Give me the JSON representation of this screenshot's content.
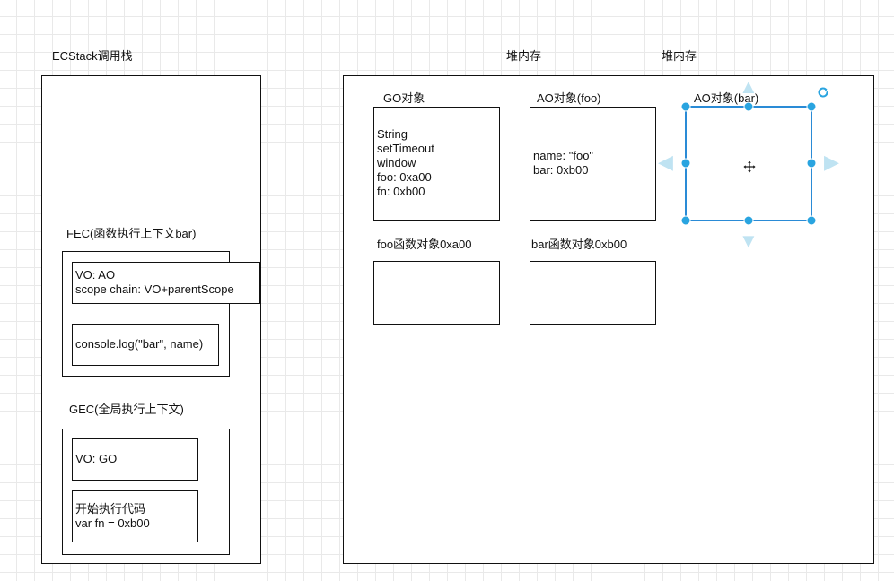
{
  "stack": {
    "title": "ECStack调用栈",
    "fec": {
      "label": "FEC(函数执行上下文bar)",
      "vo": "VO: AO\nscope chain: VO+parentScope",
      "code": "console.log(\"bar\", name)"
    },
    "gec": {
      "label": "GEC(全局执行上下文)",
      "vo": "VO: GO",
      "code": "开始执行代码\nvar fn = 0xb00"
    }
  },
  "heap": {
    "title1": "堆内存",
    "title2": "堆内存",
    "go": {
      "label": "GO对象",
      "content": "String\nsetTimeout\nwindow\nfoo: 0xa00\nfn: 0xb00"
    },
    "ao_foo": {
      "label": "AO对象(foo)",
      "content": "name: \"foo\"\nbar: 0xb00"
    },
    "ao_bar": {
      "label": "AO对象(bar)"
    },
    "foo_fn": {
      "label": "foo函数对象0xa00"
    },
    "bar_fn": {
      "label": "bar函数对象0xb00"
    }
  },
  "icons": {
    "rotate": "rotate-icon",
    "move": "move-icon",
    "accent": "#29a4e0"
  }
}
